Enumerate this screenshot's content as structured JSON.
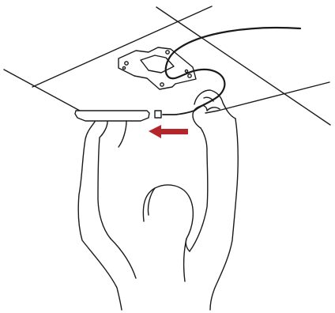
{
  "diagram": {
    "ceiling_plane": "ceiling-surface",
    "mounting_bracket": "wall-mount-bracket",
    "cable": "network-cable",
    "device": "access-point-device",
    "connector": "cable-connector",
    "arrow": "connect-direction-arrow",
    "person": "installer-figure"
  },
  "colors": {
    "line": "#1a1a1a",
    "arrow": "#b3262c",
    "background": "#ffffff"
  }
}
